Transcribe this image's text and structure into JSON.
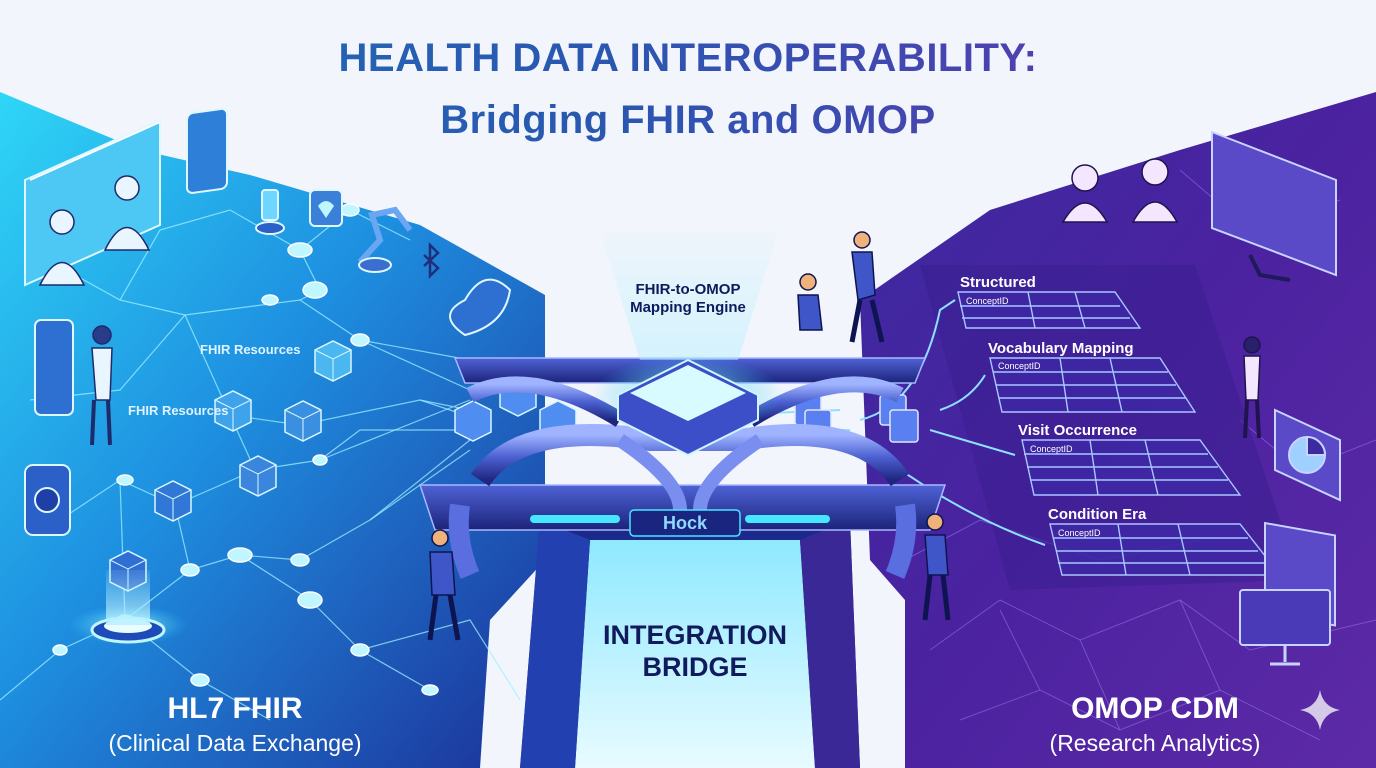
{
  "title_line1": "HEALTH DATA INTEROPERABILITY:",
  "title_line2": "Bridging FHIR and OMOP",
  "left": {
    "name": "HL7 FHIR",
    "subtitle": "(Clinical Data Exchange)",
    "resource_labels": [
      "FHIR Resources",
      "FHIR Resources"
    ]
  },
  "center": {
    "engine_label": "FHIR-to-OMOP Mapping Engine",
    "bridge_label_line1": "INTEGRATION",
    "bridge_label_line2": "BRIDGE",
    "bridge_sign": "Hock"
  },
  "right": {
    "name": "OMOP CDM",
    "subtitle": "(Research Analytics)",
    "tables": [
      {
        "title": "Structured",
        "column": "ConceptID"
      },
      {
        "title": "Vocabulary Mapping",
        "column": "ConceptID"
      },
      {
        "title": "Visit Occurrence",
        "column": "ConceptID"
      },
      {
        "title": "Condition Era",
        "column": "ConceptID"
      }
    ]
  },
  "colors": {
    "fhir_cyan": "#29d3f5",
    "fhir_blue": "#1f3fa8",
    "omop_purple": "#5a2aa8",
    "title_blue": "#2a56b0"
  },
  "icons": [
    "stethoscope-icon",
    "smartphone-icon",
    "tablet-icon",
    "heart-icon",
    "bluetooth-icon",
    "robot-arm-icon",
    "camera-icon",
    "monitor-chart-icon",
    "pie-chart-icon",
    "document-icon",
    "cube-icon"
  ]
}
